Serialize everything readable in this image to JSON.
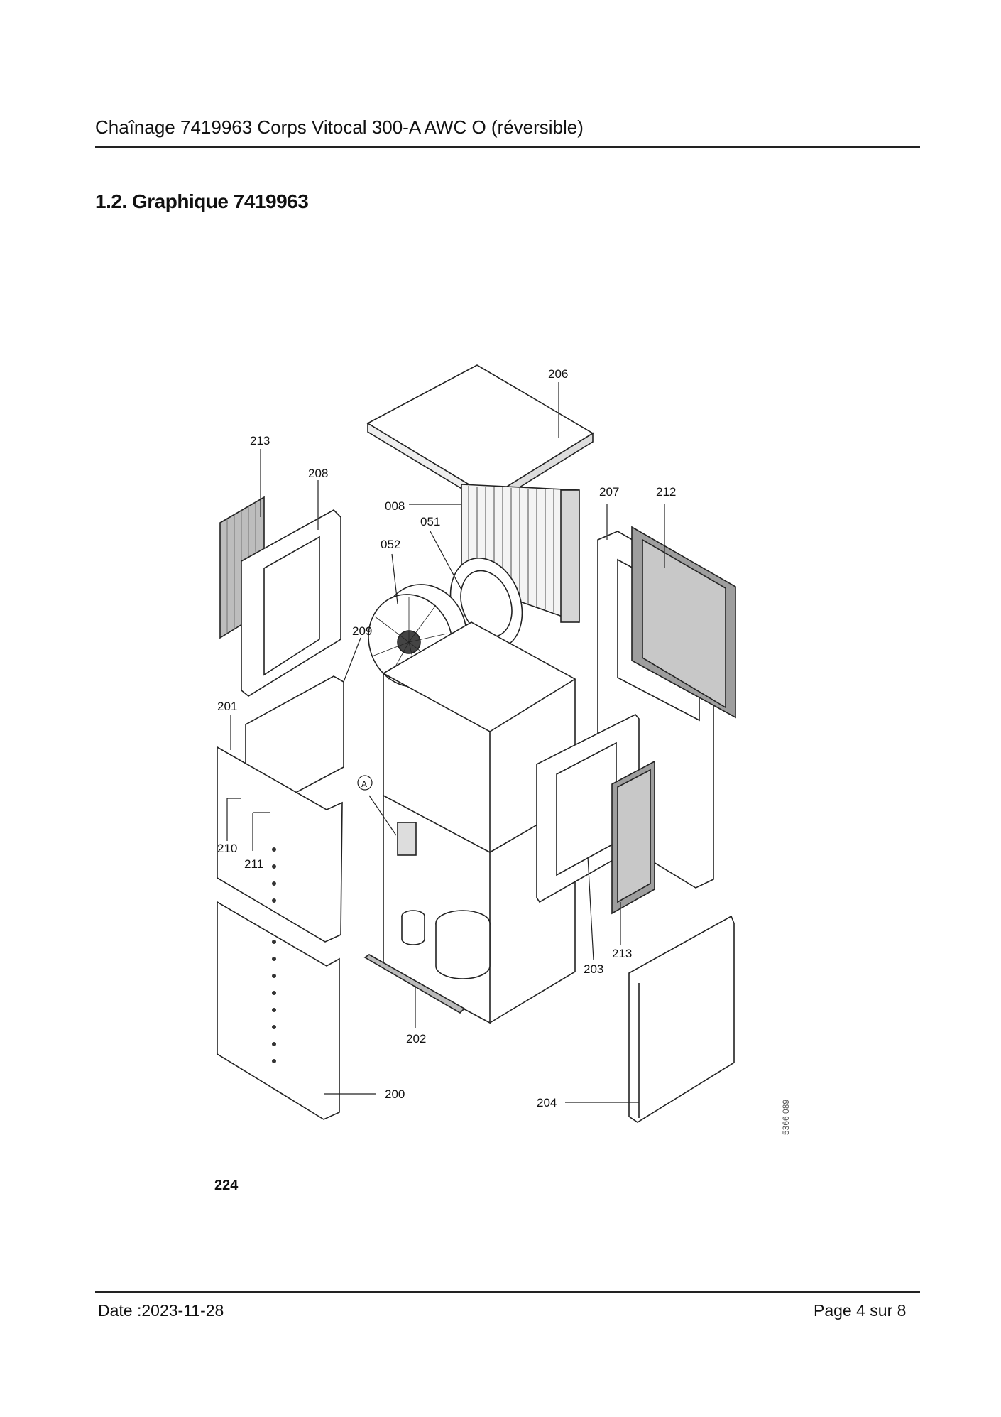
{
  "header": {
    "title": "Chaînage 7419963 Corps Vitocal 300-A AWC O (réversible)"
  },
  "section": {
    "heading": "1.2. Graphique 7419963"
  },
  "drawing": {
    "callouts": {
      "c206": "206",
      "c213a": "213",
      "c208": "208",
      "c008": "008",
      "c051": "051",
      "c052": "052",
      "c207": "207",
      "c212": "212",
      "c209": "209",
      "c201": "201",
      "cA": "A",
      "c210": "210",
      "c211": "211",
      "c213b": "213",
      "c203": "203",
      "c202": "202",
      "c200": "200",
      "c204": "204"
    },
    "doc_ref": "5366 089",
    "part_note": "224"
  },
  "footer": {
    "date": "Date :2023-11-28",
    "page": "Page 4 sur  8"
  }
}
